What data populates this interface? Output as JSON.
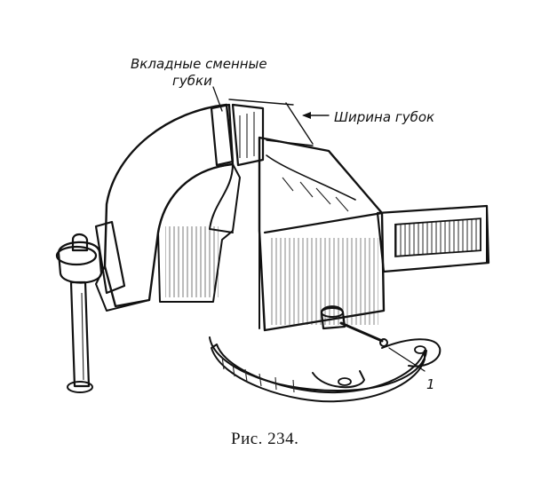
{
  "labels": {
    "jaws_line1": "Вкладные сменные",
    "jaws_line2": "губки",
    "jaw_width": "Ширина губок",
    "part_number": "1",
    "caption": "Рис. 234."
  },
  "colors": {
    "ink": "#111111",
    "paper": "#ffffff"
  }
}
